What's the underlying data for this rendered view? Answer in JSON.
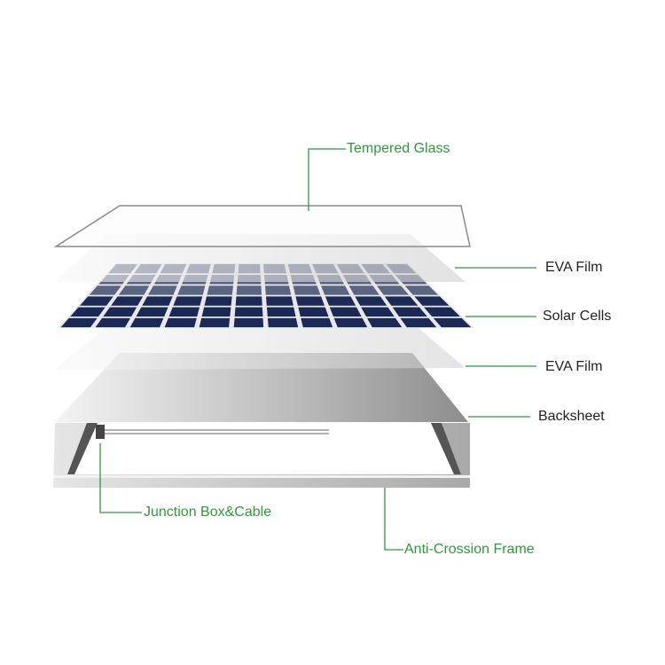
{
  "labels": {
    "tempered_glass": "Tempered Glass",
    "eva_film_top": "EVA Film",
    "solar_cells": "Solar Cells",
    "eva_film_bottom": "EVA Film",
    "backsheet": "Backsheet",
    "junction_box": "Junction Box&Cable",
    "frame": "Anti-Crossion Frame"
  },
  "colors": {
    "leader_line": "#2e9a3a",
    "cell_blue": "#1b2a55",
    "frame_silver": "#c8c8c8"
  },
  "solar_cell_grid": {
    "columns": 12,
    "rows": 6
  }
}
